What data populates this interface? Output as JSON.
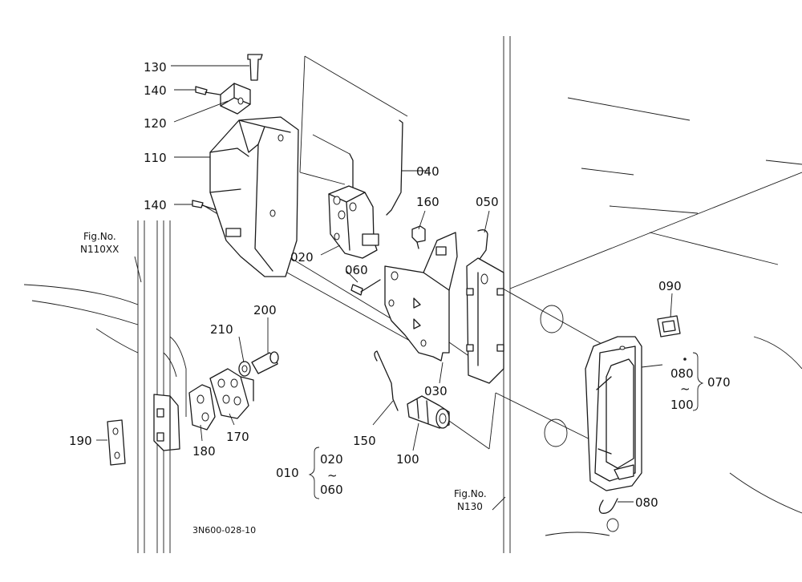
{
  "diagram_id": "3N600-028-10",
  "part_labels": [
    "130",
    "140",
    "120",
    "110",
    "140",
    "040",
    "160",
    "050",
    "020",
    "060",
    "090",
    "200",
    "210",
    "030",
    "190",
    "180",
    "170",
    "150",
    "100",
    "080"
  ],
  "group_070": {
    "top": "080",
    "tilde": "~",
    "bottom": "100",
    "group": "070"
  },
  "group_010": {
    "group": "010",
    "top": "020",
    "tilde": "~",
    "bottom": "060"
  },
  "fig_refs": [
    {
      "line1": "Fig.No.",
      "line2": "N110XX"
    },
    {
      "line1": "Fig.No.",
      "line2": "N130"
    }
  ]
}
